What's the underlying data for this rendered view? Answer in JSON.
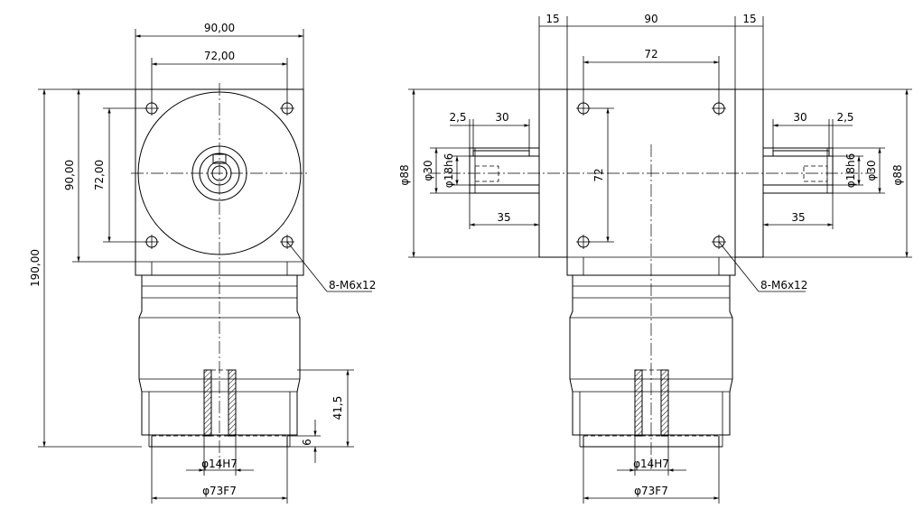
{
  "left_view": {
    "dim_top_outer": "90,00",
    "dim_top_inner": "72,00",
    "dim_left_outer": "90,00",
    "dim_left_inner": "72,00",
    "dim_total_height": "190,00",
    "dim_right_a": "41,5",
    "dim_right_b": "6",
    "hole_callout": "8-M6x12",
    "dim_bore": "φ14H7",
    "dim_pilot": "φ73F7"
  },
  "right_view": {
    "dim_flange_left": "15",
    "dim_width": "90",
    "dim_flange_right": "15",
    "dim_hole_spacing": "72",
    "dim_hole_spacing_vertical": "72",
    "hole_callout": "8-M6x12",
    "dim_bore": "φ14H7",
    "dim_pilot": "φ73F7",
    "left_shaft": {
      "dim_keyway_offset": "2,5",
      "dim_keyway_length": "30",
      "dim_shaft_length": "35",
      "dim_flange_dia": "φ88",
      "dim_hub_dia": "φ30",
      "dim_shaft_dia": "φ18h6"
    },
    "right_shaft": {
      "dim_keyway_offset": "2,5",
      "dim_keyway_length": "30",
      "dim_shaft_length": "35",
      "dim_flange_dia": "φ88",
      "dim_hub_dia": "φ30",
      "dim_shaft_dia": "φ18h6"
    }
  }
}
